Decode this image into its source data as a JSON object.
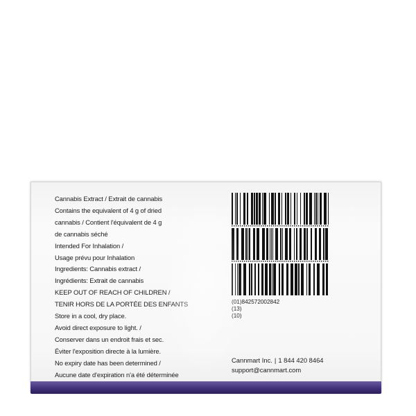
{
  "label": {
    "lines": [
      "Cannabis Extract / Extrait de cannabis",
      "Contains the equivalent of 4 g of dried",
      "cannabis / Contient l'équivalent de 4 g",
      "de cannabis séché",
      "Intended For Inhalation /",
      "Usage prévu pour Inhalation",
      "Ingredients: Cannabis extract /",
      "Ingrédients: Extrait de cannabis",
      "KEEP OUT OF REACH OF CHILDREN /",
      "TENIR HORS DE LA PORTÉE DES ENFANTS",
      "Store in a cool, dry place.",
      "Avoid direct exposure to light. /",
      "Conserver dans un endroit frais et sec.",
      "Éviter l'exposition directe à la lumière.",
      "No expiry date has been determined /",
      "Aucune date d'expiration n'a été déterminée"
    ]
  },
  "barcode": {
    "line1": "(01)842572002842",
    "line2": "(13)",
    "line3": "(10)"
  },
  "company": {
    "name": "Cannmart Inc.",
    "phone": "1 844 420 8464",
    "email": "support@cannmart.com",
    "separator": "|"
  },
  "colors": {
    "package_bg": "#f7f7f7",
    "text": "#1a1a1a",
    "package_edge": "#3f2f78"
  }
}
